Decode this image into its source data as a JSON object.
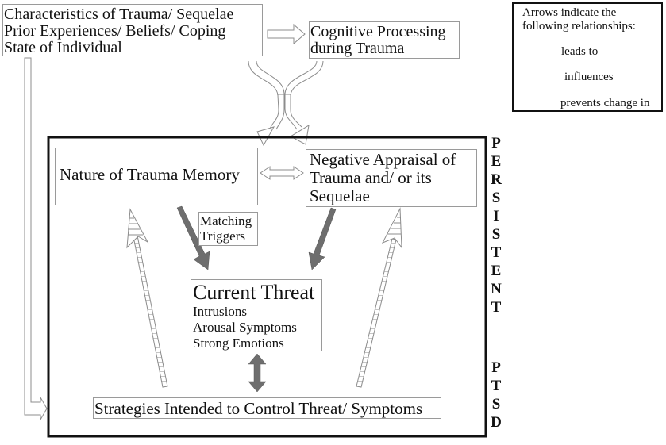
{
  "boxes": {
    "characteristics": {
      "lines": [
        "Characteristics of Trauma/ Sequelae",
        "Prior Experiences/ Beliefs/ Coping",
        "State of Individual"
      ]
    },
    "cognitive": {
      "lines": [
        "Cognitive Processing",
        "during Trauma"
      ]
    },
    "memory": {
      "label": "Nature of Trauma Memory"
    },
    "appraisal": {
      "lines": [
        "Negative Appraisal of",
        "Trauma and/ or its",
        "Sequelae"
      ]
    },
    "triggers": {
      "lines": [
        "Matching",
        "Triggers"
      ]
    },
    "threat": {
      "title": "Current Threat",
      "items": [
        "Intrusions",
        "Arousal Symptoms",
        "Strong Emotions"
      ]
    },
    "strategies": {
      "label": "Strategies Intended to Control Threat/ Symptoms"
    }
  },
  "side_label": {
    "word1": [
      "P",
      "E",
      "R",
      "S",
      "I",
      "S",
      "T",
      "E",
      "N",
      "T"
    ],
    "word2": [
      "P",
      "T",
      "S",
      "D"
    ]
  },
  "legend": {
    "title_lines": [
      "Arrows indicate the",
      "following relationships:"
    ],
    "items": [
      {
        "type": "leads_to",
        "label": "leads to"
      },
      {
        "type": "influences",
        "label": "influences"
      },
      {
        "type": "prevents_change",
        "label": "prevents change in"
      }
    ]
  },
  "colors": {
    "leads_to_fill": "#6e6e6e",
    "outline": "#8c8c8c",
    "frame": "#111111"
  }
}
